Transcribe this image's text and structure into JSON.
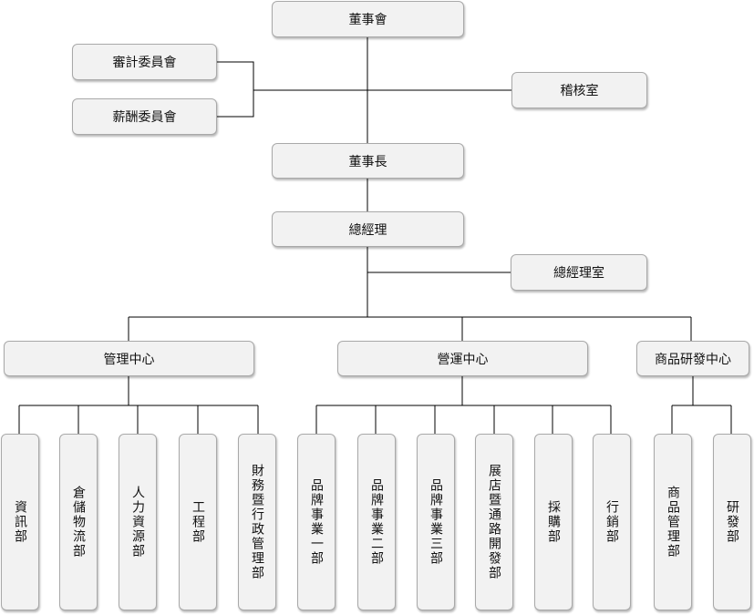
{
  "board": {
    "label": "董事會"
  },
  "committees": [
    {
      "label": "審計委員會"
    },
    {
      "label": "薪酬委員會"
    }
  ],
  "audit_office": {
    "label": "稽核室"
  },
  "chairman": {
    "label": "董事長"
  },
  "general_manager": {
    "label": "總經理"
  },
  "gm_office": {
    "label": "總經理室"
  },
  "centers": [
    {
      "label": "管理中心"
    },
    {
      "label": "營運中心"
    },
    {
      "label": "商品研發中心"
    }
  ],
  "departments": [
    {
      "label": "資訊部"
    },
    {
      "label": "倉儲物流部"
    },
    {
      "label": "人力資源部"
    },
    {
      "label": "工程部"
    },
    {
      "label": "財務暨行政管理部"
    },
    {
      "label": "品牌事業一部"
    },
    {
      "label": "品牌事業二部"
    },
    {
      "label": "品牌事業三部"
    },
    {
      "label": "展店暨通路開發部"
    },
    {
      "label": "採購部"
    },
    {
      "label": "行銷部"
    },
    {
      "label": "商品管理部"
    },
    {
      "label": "研發部"
    }
  ]
}
